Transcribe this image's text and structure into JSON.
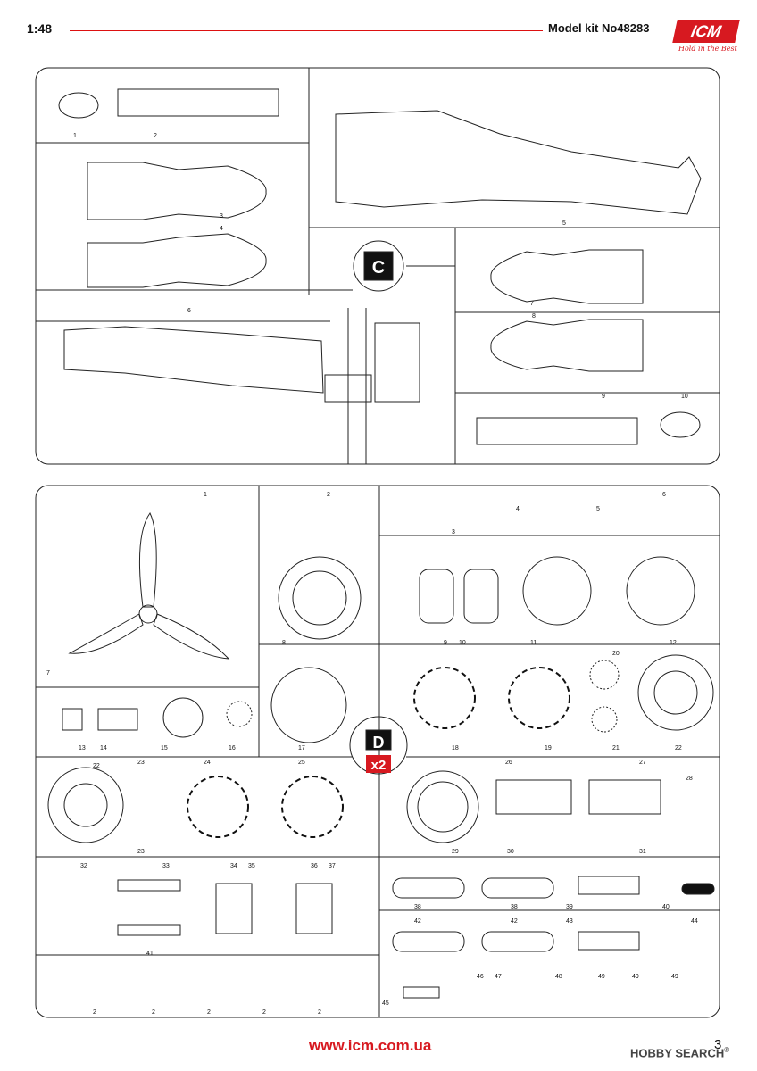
{
  "header": {
    "scale": "1:48",
    "kit_number": "Model kit No48283"
  },
  "logo": {
    "brand": "ICM",
    "tagline": "Hold in the Best",
    "accent_color": "#d71920"
  },
  "sprue_c": {
    "letter": "C",
    "parts": [
      "1",
      "2",
      "3",
      "4",
      "5",
      "6",
      "7",
      "8",
      "9",
      "10"
    ]
  },
  "sprue_d": {
    "letter": "D",
    "quantity": "x2",
    "parts": [
      "1",
      "2",
      "3",
      "4",
      "5",
      "6",
      "7",
      "8",
      "9",
      "10",
      "11",
      "12",
      "13",
      "14",
      "15",
      "16",
      "17",
      "18",
      "19",
      "20",
      "21",
      "22",
      "22",
      "23",
      "23",
      "24",
      "25",
      "26",
      "27",
      "28",
      "29",
      "30",
      "31",
      "32",
      "33",
      "34",
      "35",
      "36",
      "37",
      "38",
      "38",
      "39",
      "40",
      "41",
      "42",
      "42",
      "43",
      "44",
      "45",
      "46",
      "47",
      "48",
      "49",
      "49",
      "49",
      "2",
      "2",
      "2",
      "2",
      "2"
    ]
  },
  "footer": {
    "url": "www.icm.com.ua",
    "page": "3",
    "watermark": "HOBBY SEARCH",
    "watermark_mark": "®"
  },
  "colors": {
    "accent": "#d71920",
    "line": "#222222"
  }
}
